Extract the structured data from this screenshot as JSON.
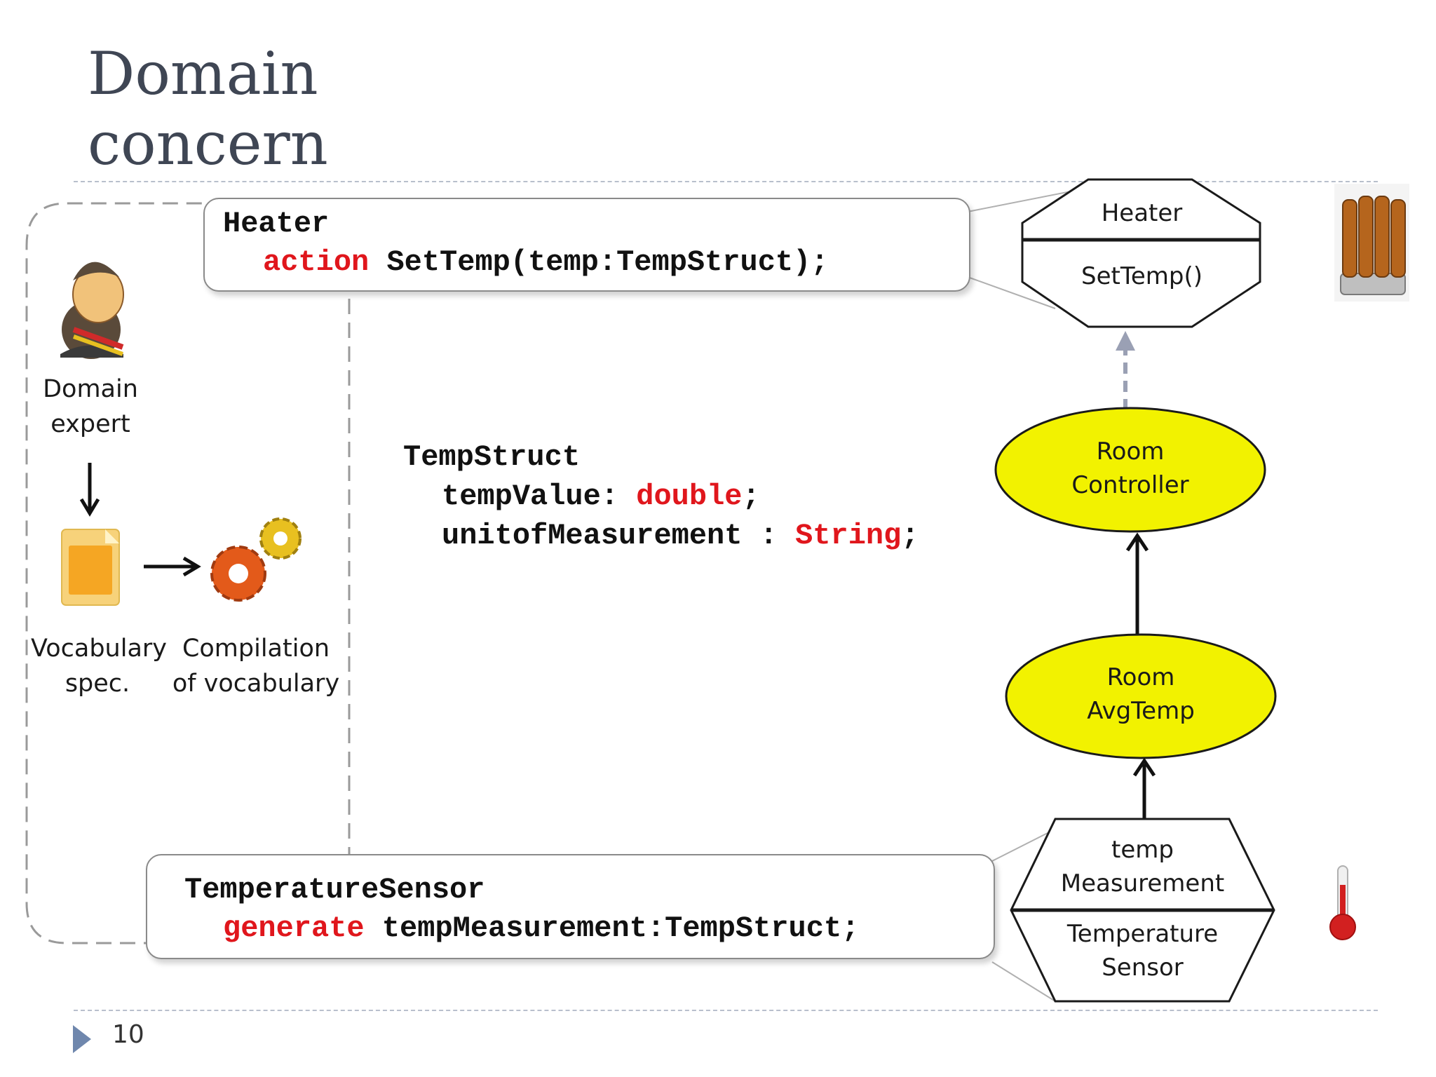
{
  "slide": {
    "title": "Domain\nconcern",
    "page_number": "10"
  },
  "left_panel": {
    "expert_label": "Domain\nexpert",
    "vocab_label": "Vocabulary\nspec.",
    "compile_label": "Compilation\nof vocabulary"
  },
  "heater_code": {
    "name": "Heater",
    "keyword": "action",
    "rest": " SetTemp(temp:TempStruct);"
  },
  "struct_code": {
    "name": "TempStruct",
    "field1": "tempValue: ",
    "type1": "double",
    "field2": "unitofMeasurement : ",
    "type2": "String",
    "semi": ";"
  },
  "sensor_code": {
    "name": "TemperatureSensor",
    "keyword": "generate",
    "rest": " tempMeasurement:TempStruct;"
  },
  "diagram": {
    "heater_top": "Heater",
    "heater_bottom": "SetTemp()",
    "controller": "Room\nController",
    "avgtemp": "Room\nAvgTemp",
    "sensor_top": "temp\nMeasurement",
    "sensor_bottom": "Temperature\nSensor",
    "ellipse_fill": "#f2f200"
  }
}
